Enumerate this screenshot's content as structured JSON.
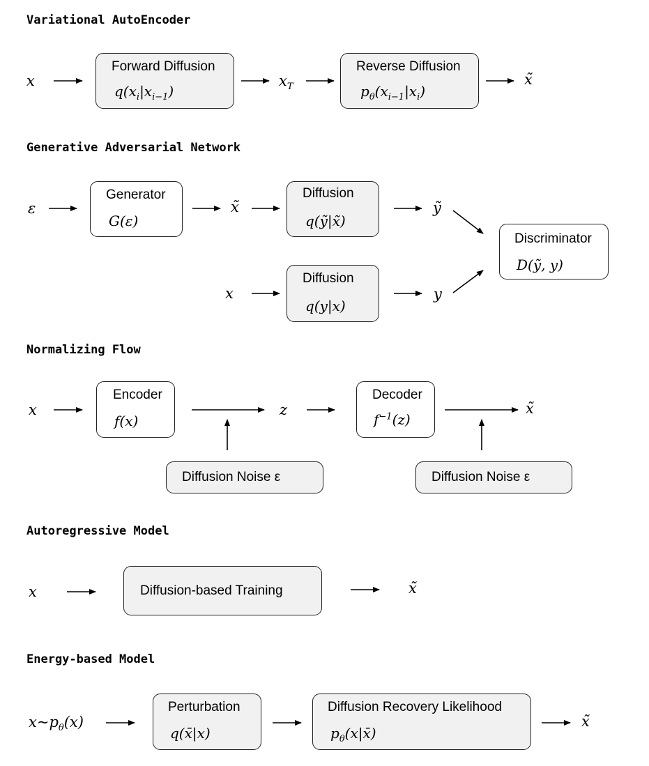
{
  "sections": {
    "vae": {
      "title": "Variational AutoEncoder",
      "input": "x",
      "box1_label": "Forward Diffusion",
      "box1_math": "q(x_i|x_{i−1})",
      "mid": "x_T",
      "box2_label": "Reverse Diffusion",
      "box2_math": "p_θ(x_{i−1}|x_i)",
      "output": "x̃"
    },
    "gan": {
      "title": "Generative Adversarial Network",
      "input": "ε",
      "gen_label": "Generator",
      "gen_math": "G(ε)",
      "gen_out": "x̃",
      "diff1_label": "Diffusion",
      "diff1_math": "q(ỹ|x̃)",
      "diff1_out": "ỹ",
      "real_in": "x",
      "diff2_label": "Diffusion",
      "diff2_math": "q(y|x)",
      "diff2_out": "y",
      "disc_label": "Discriminator",
      "disc_math": "D(ỹ, y)"
    },
    "flow": {
      "title": "Normalizing Flow",
      "input": "x",
      "enc_label": "Encoder",
      "enc_math": "f(x)",
      "mid": "z",
      "dec_label": "Decoder",
      "dec_math": "f^{−1}(z)",
      "output": "x̃",
      "noise1": "Diffusion Noise  ε",
      "noise2": "Diffusion Noise  ε"
    },
    "ar": {
      "title": "Autoregressive Model",
      "input": "x",
      "box_label": "Diffusion-based Training",
      "output": "x̃"
    },
    "ebm": {
      "title": "Energy-based Model",
      "input": "x~p_θ(x)",
      "pert_label": "Perturbation",
      "pert_math": "q(x̄|x)",
      "rec_label": "Diffusion Recovery Likelihood",
      "rec_math": "p_θ(x|x̄)",
      "output": "x̃"
    }
  }
}
